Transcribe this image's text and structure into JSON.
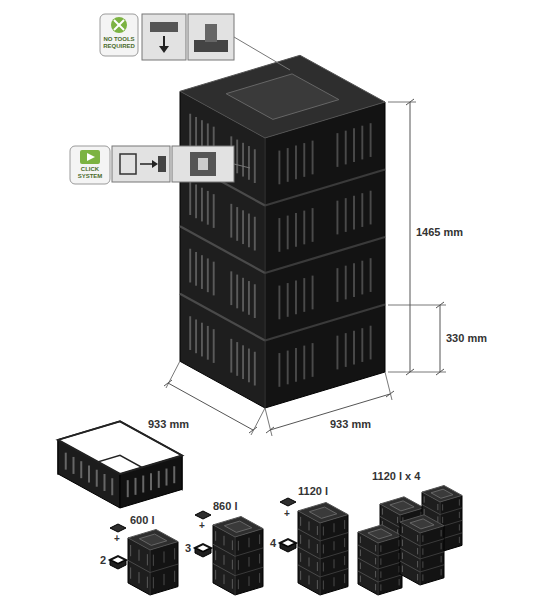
{
  "diagram": {
    "labels": [
      "NO TOOLS REQUIRED",
      "CLICK SYSTEM",
      "1465 mm",
      "330 mm",
      "933 mm",
      "933 mm",
      "600 l",
      "+",
      "2",
      "860 l",
      "+",
      "3",
      "1120 l",
      "+",
      "4",
      "1120 l x 4"
    ]
  }
}
